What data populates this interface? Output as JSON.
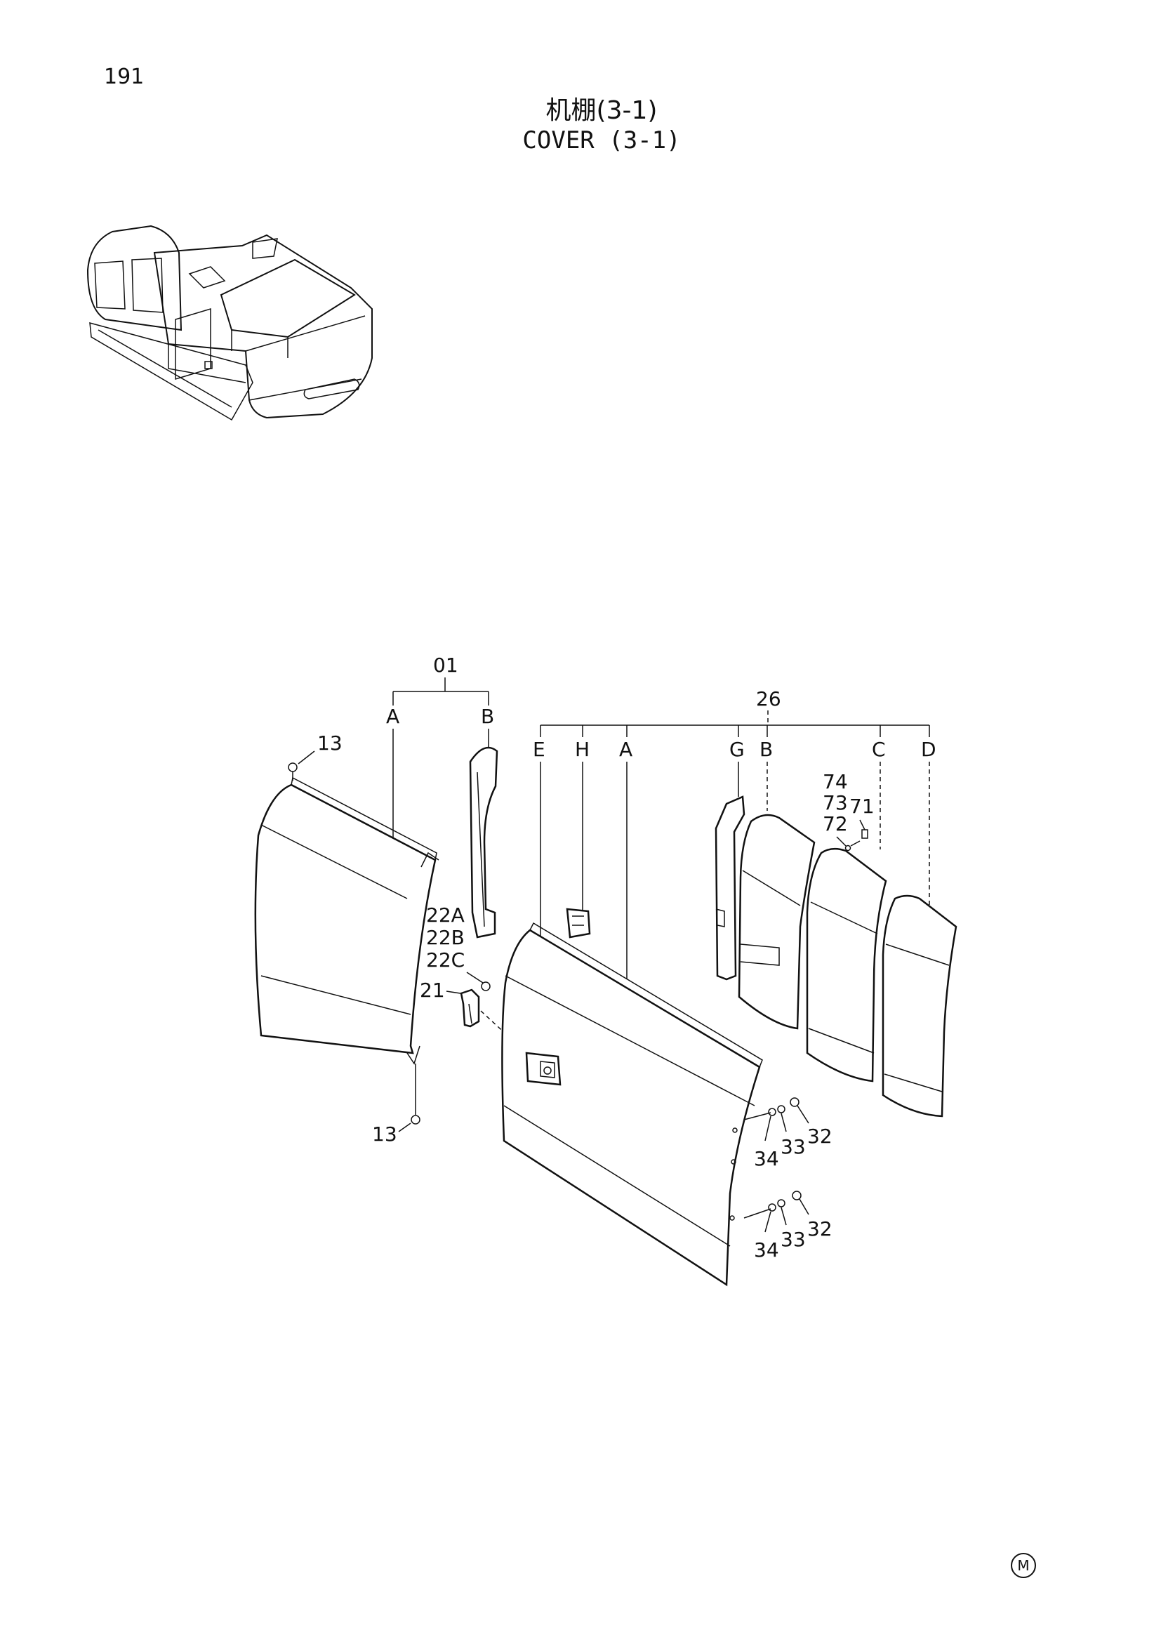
{
  "page_number": "191",
  "title_zh": "机棚(3-1)",
  "title_en": "COVER (3-1)",
  "callouts": {
    "group_01": "01",
    "group_26": "26",
    "l01_a": "A",
    "l01_b": "B",
    "l26_e": "E",
    "l26_h": "H",
    "l26_a": "A",
    "l26_g": "G",
    "l26_b": "B",
    "l26_c": "C",
    "l26_d": "D",
    "p13_top": "13",
    "p13_bot": "13",
    "p22a": "22A",
    "p22b": "22B",
    "p22c": "22C",
    "p21": "21",
    "p74": "74",
    "p73": "73",
    "p72": "72",
    "p71": "71",
    "p34_1": "34",
    "p33_1": "33",
    "p32_1": "32",
    "p34_2": "34",
    "p33_2": "33",
    "p32_2": "32"
  },
  "corner_mark": "M"
}
